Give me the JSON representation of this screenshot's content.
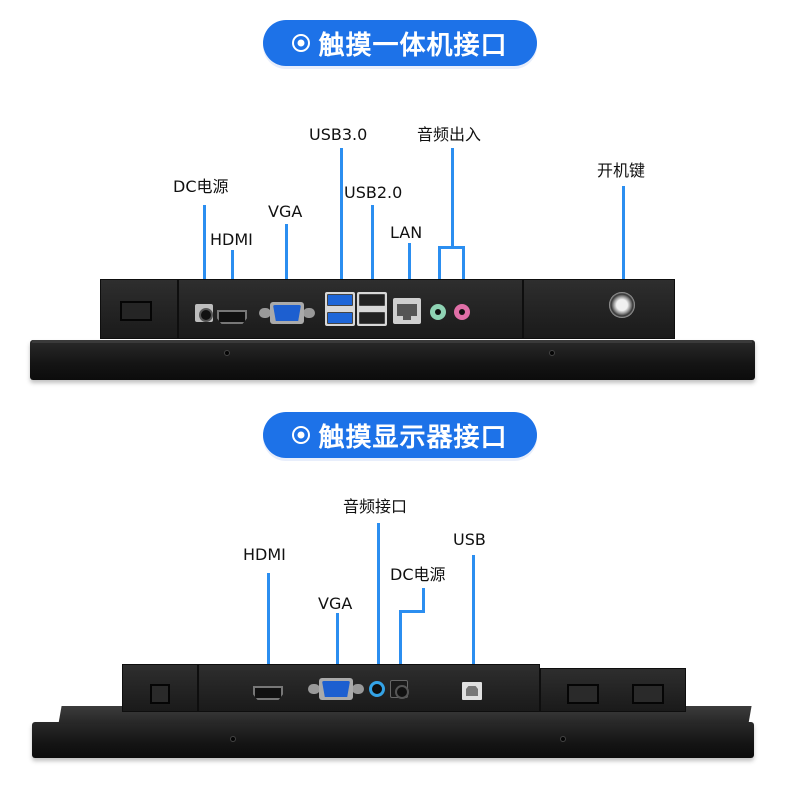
{
  "colors": {
    "accent_blue": "#1d72e8",
    "callout_line": "#2b8ef0",
    "background": "#ffffff",
    "device_black": "#1a1a1a"
  },
  "section_allinone": {
    "title": "触摸一体机接口",
    "title_icon": "target-icon",
    "labels": {
      "dc_power": "DC电源",
      "hdmi": "HDMI",
      "vga": "VGA",
      "usb3": "USB3.0",
      "usb2": "USB2.0",
      "lan": "LAN",
      "audio_io": "音频出入",
      "power_key": "开机键"
    }
  },
  "section_monitor": {
    "title": "触摸显示器接口",
    "title_icon": "target-icon",
    "labels": {
      "hdmi": "HDMI",
      "vga": "VGA",
      "audio": "音频接口",
      "dc_power": "DC电源",
      "usb": "USB"
    }
  }
}
